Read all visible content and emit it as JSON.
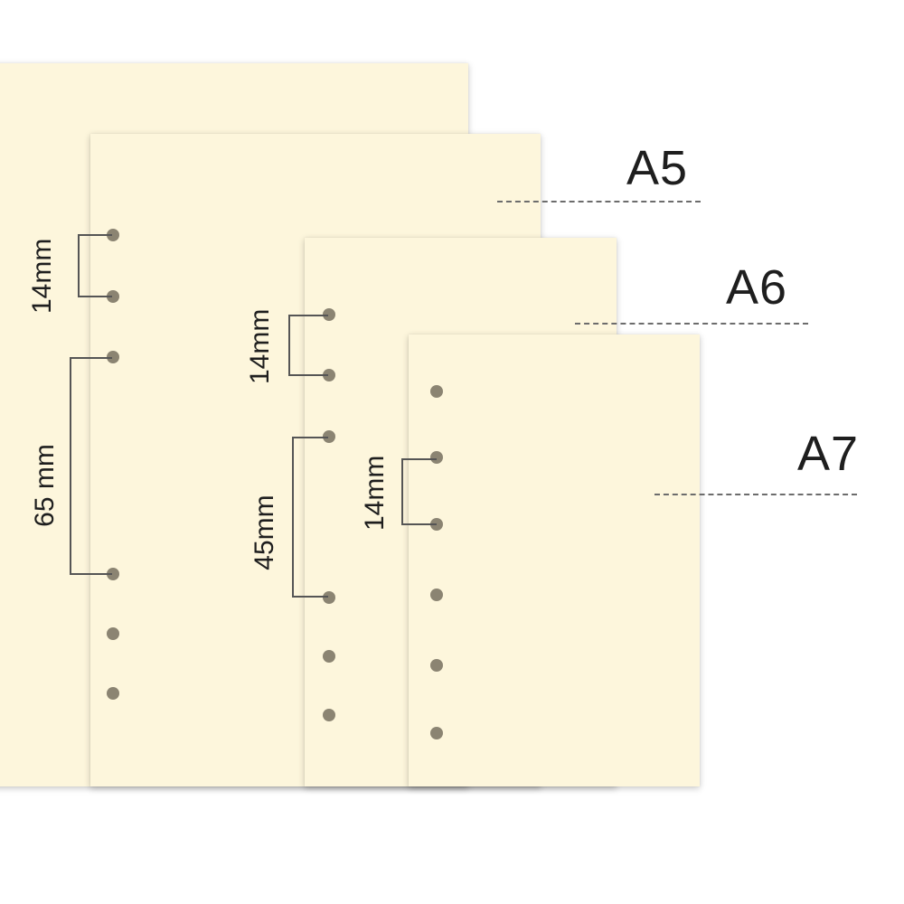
{
  "sizes": {
    "a5": "A5",
    "a6": "A6",
    "a7": "A7"
  },
  "dimensions": {
    "a5_hole_gap": "14mm",
    "a5_group_gap": "65 mm",
    "a6_hole_gap": "14mm",
    "a6_group_gap": "45mm",
    "a7_hole_gap": "14mm"
  },
  "colors": {
    "paper": "#fdf6dc",
    "hole": "#8b8472",
    "text": "#1e1e1e"
  }
}
